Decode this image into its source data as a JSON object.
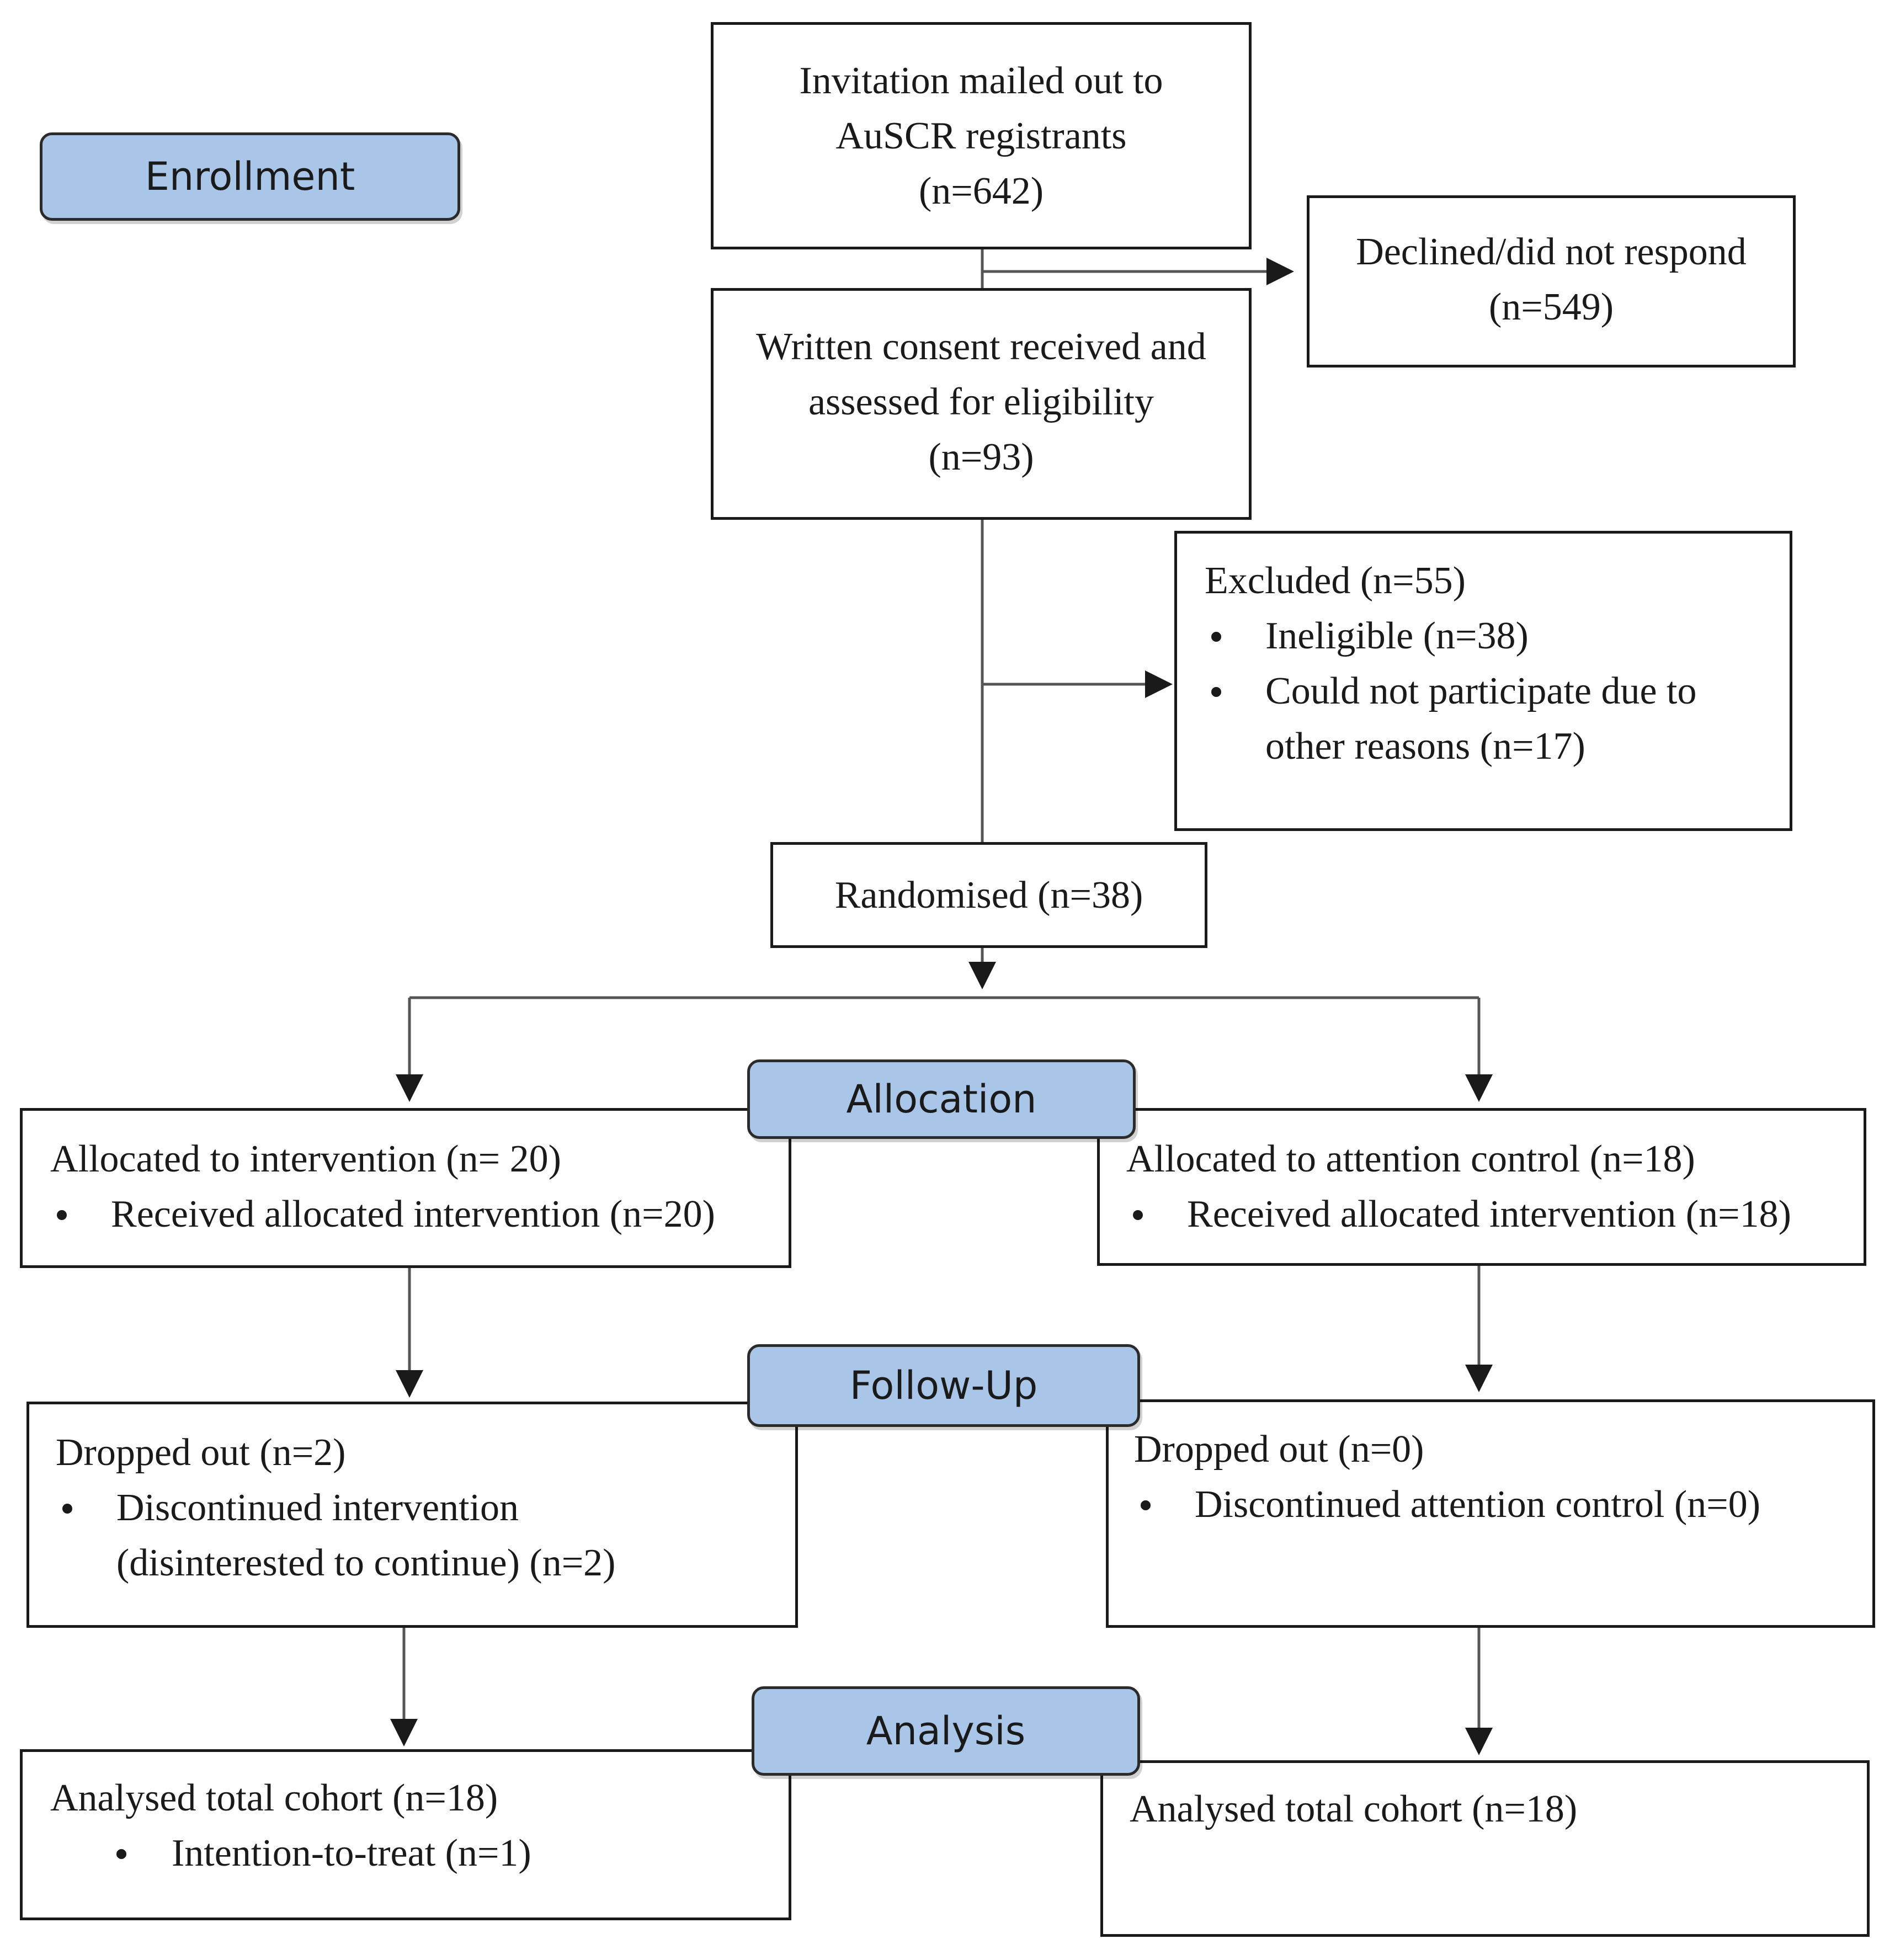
{
  "stages": {
    "enrollment": "Enrollment",
    "allocation": "Allocation",
    "follow_up": "Follow-Up",
    "analysis": "Analysis"
  },
  "invitation": {
    "lines": [
      "Invitation mailed out to",
      "AuSCR registrants",
      "(n=642)"
    ]
  },
  "declined": {
    "lines": [
      "Declined/did not respond",
      "(n=549)"
    ]
  },
  "consent": {
    "lines": [
      "Written consent received and",
      "assessed for eligibility",
      "(n=93)"
    ]
  },
  "excluded": {
    "title": "Excluded (n=55)",
    "bullets": [
      [
        "Ineligible (n=38)"
      ],
      [
        "Could not participate due to",
        "other reasons (n=17)"
      ]
    ]
  },
  "randomised": {
    "text": "Randomised (n=38)"
  },
  "alloc_intervention": {
    "title": "Allocated to intervention (n= 20)",
    "bullet": "Received allocated intervention (n=20)"
  },
  "alloc_control": {
    "title": "Allocated to attention control (n=18)",
    "bullet": "Received allocated intervention (n=18)"
  },
  "followup_intervention": {
    "title": "Dropped out (n=2)",
    "bullet_lines": [
      "Discontinued intervention",
      "(disinterested to continue) (n=2)"
    ]
  },
  "followup_control": {
    "title": "Dropped out (n=0)",
    "bullet": "Discontinued attention control (n=0)"
  },
  "analysis_intervention": {
    "title": "Analysed total cohort (n=18)",
    "bullet": "Intention-to-treat (n=1)"
  },
  "analysis_control": {
    "title": "Analysed total cohort (n=18)"
  },
  "colors": {
    "stage_fill": "#a9c6e8",
    "stroke": "#1a1a1a",
    "connector": "#555555"
  }
}
